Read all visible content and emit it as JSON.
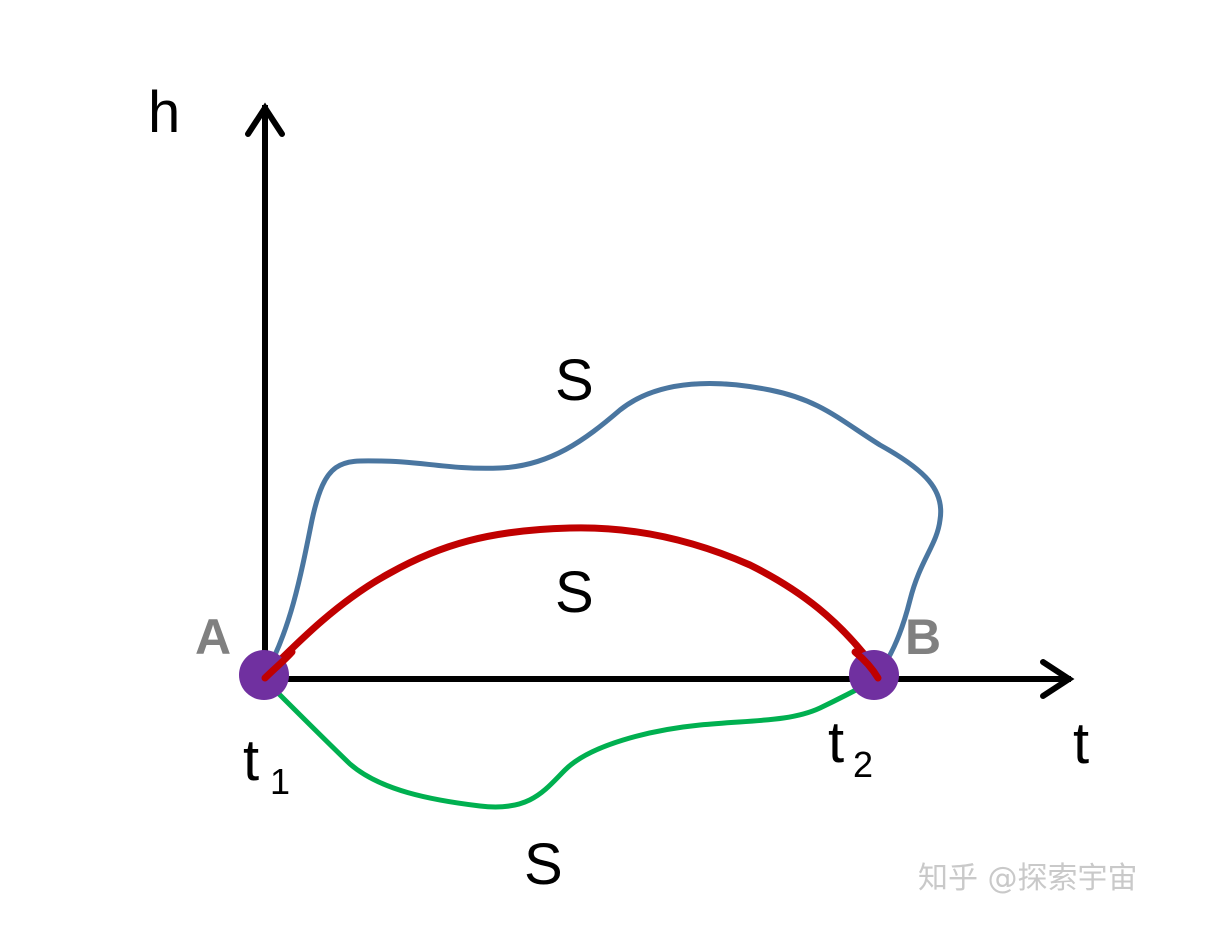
{
  "axes": {
    "vertical_label": "h",
    "horizontal_label": "t",
    "color": "#000000"
  },
  "points": {
    "start": {
      "label": "A",
      "time_label": "t",
      "time_sub": "1"
    },
    "end": {
      "label": "B",
      "time_label": "t",
      "time_sub": "2"
    },
    "marker_color": "#7030a0",
    "label_color": "#808080"
  },
  "paths": {
    "upper": {
      "label": "S",
      "color": "#4a76a0"
    },
    "middle": {
      "label": "S",
      "color": "#c00000"
    },
    "lower": {
      "label": "S",
      "color": "#00b050"
    }
  },
  "watermark": "知乎 @探索宇宙"
}
